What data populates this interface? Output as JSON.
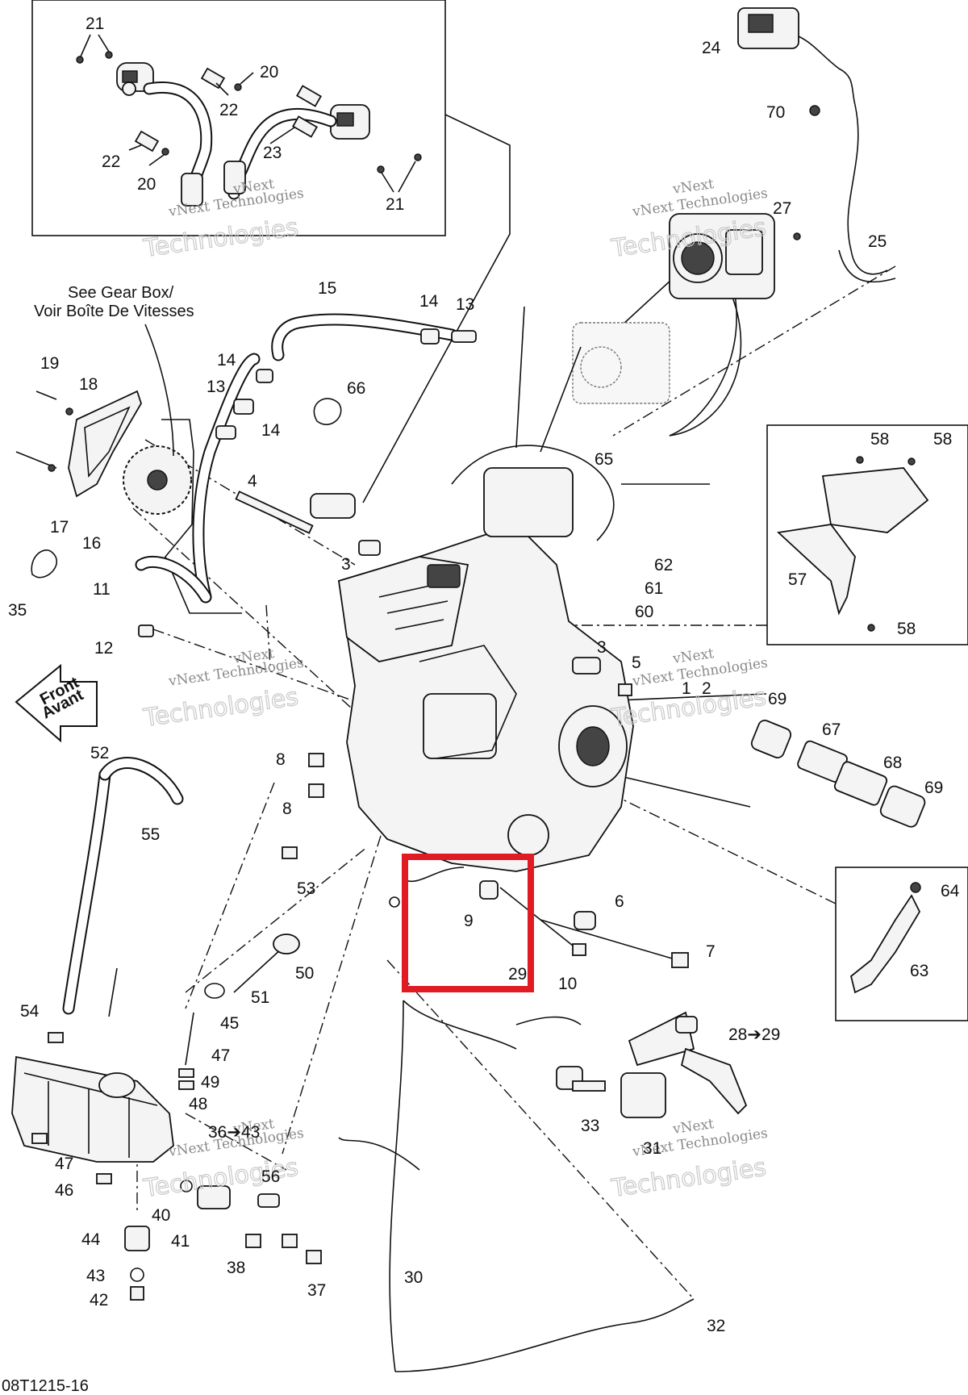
{
  "diagram_code": "08T1215-16",
  "notes": {
    "gear_box_en": "See Gear Box/",
    "gear_box_fr": "Voir Boîte De Vitesses",
    "front_en": "Front",
    "front_fr": "Avant"
  },
  "watermark": {
    "brand": "vNext",
    "company": "vNext Technologies",
    "outline": "Technologies"
  },
  "highlight": {
    "color": "#e01b24",
    "contains": [
      "9",
      "29"
    ]
  },
  "callouts": {
    "c21a": "21",
    "c20a": "20",
    "c22a": "22",
    "c23": "23",
    "c22b": "22",
    "c20b": "20",
    "c21b": "21",
    "c24": "24",
    "c70": "70",
    "c27": "27",
    "c25": "25",
    "c15": "15",
    "c14a": "14",
    "c13a": "13",
    "c14b": "14",
    "c13b": "13",
    "c14c": "14",
    "c19": "19",
    "c18": "18",
    "c17": "17",
    "c16": "16",
    "c66": "66",
    "c4": "4",
    "c65": "65",
    "c58a": "58",
    "c58b": "58",
    "c57": "57",
    "c58c": "58",
    "c35": "35",
    "c11": "11",
    "c3a": "3",
    "c62": "62",
    "c61": "61",
    "c60": "60",
    "c12": "12",
    "c3b": "3",
    "c5": "5",
    "c1": "1",
    "c2": "2",
    "c69a": "69",
    "c67": "67",
    "c68": "68",
    "c69b": "69",
    "c52": "52",
    "c8a": "8",
    "c8b": "8",
    "c55": "55",
    "c53": "53",
    "c64": "64",
    "c9": "9",
    "c6": "6",
    "c7": "7",
    "c29": "29",
    "c10": "10",
    "c63": "63",
    "c50": "50",
    "c51": "51",
    "c54": "54",
    "c45": "45",
    "c47a": "47",
    "c49": "49",
    "c48": "48",
    "c28": "28➔29",
    "c33": "33",
    "c31": "31",
    "c36": "36➔43",
    "c47b": "47",
    "c46": "46",
    "c56": "56",
    "c40": "40",
    "c41": "41",
    "c44": "44",
    "c38": "38",
    "c37": "37",
    "c43": "43",
    "c42": "42",
    "c30": "30",
    "c32": "32"
  }
}
